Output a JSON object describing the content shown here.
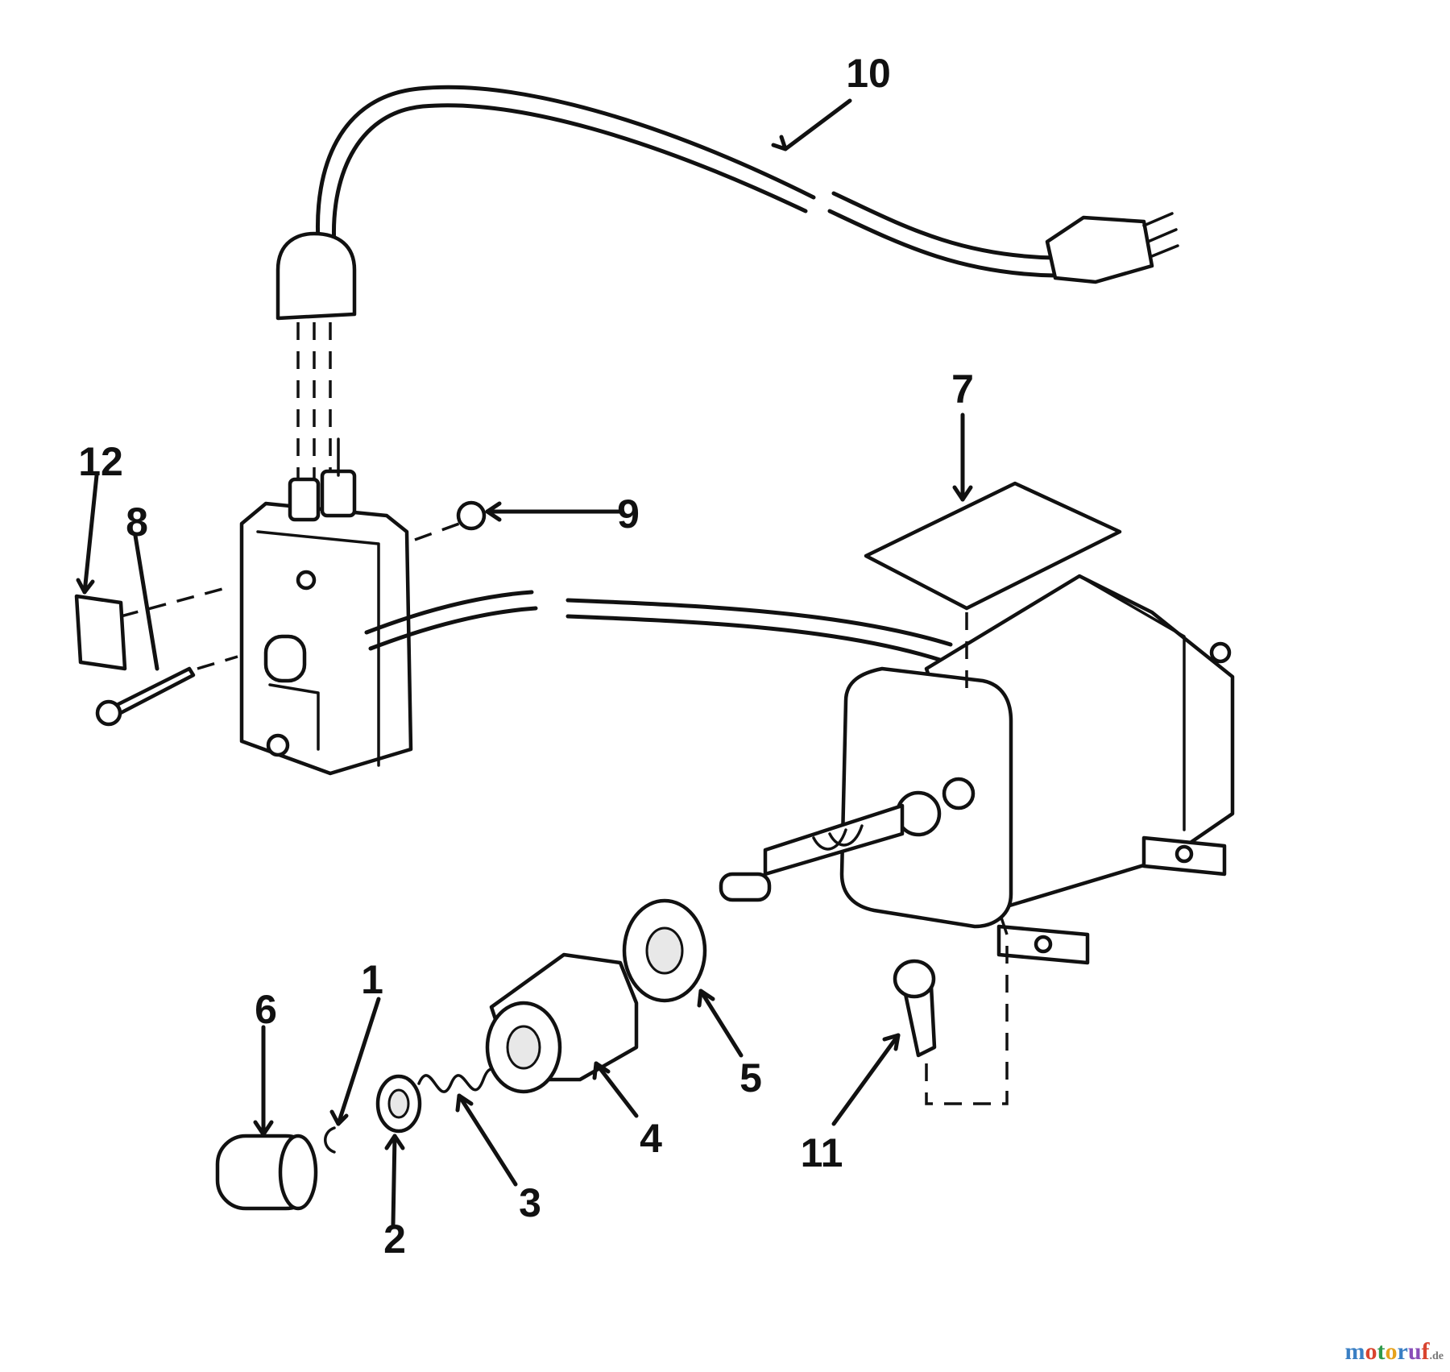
{
  "diagram": {
    "callouts": [
      {
        "id": "c1",
        "label": "1"
      },
      {
        "id": "c2",
        "label": "2"
      },
      {
        "id": "c3",
        "label": "3"
      },
      {
        "id": "c4",
        "label": "4"
      },
      {
        "id": "c5",
        "label": "5"
      },
      {
        "id": "c6",
        "label": "6"
      },
      {
        "id": "c7",
        "label": "7"
      },
      {
        "id": "c8",
        "label": "8"
      },
      {
        "id": "c9",
        "label": "9"
      },
      {
        "id": "c10",
        "label": "10"
      },
      {
        "id": "c11",
        "label": "11"
      },
      {
        "id": "c12",
        "label": "12"
      }
    ]
  },
  "watermark": {
    "letters": [
      "m",
      "o",
      "t",
      "o",
      "r",
      "u",
      "f"
    ],
    "letter_colors": [
      "#3a7fc4",
      "#d9442f",
      "#2e9a4a",
      "#e6a21d",
      "#3a7fc4",
      "#8a4fb8",
      "#d9442f"
    ],
    "suffix": ".de"
  }
}
